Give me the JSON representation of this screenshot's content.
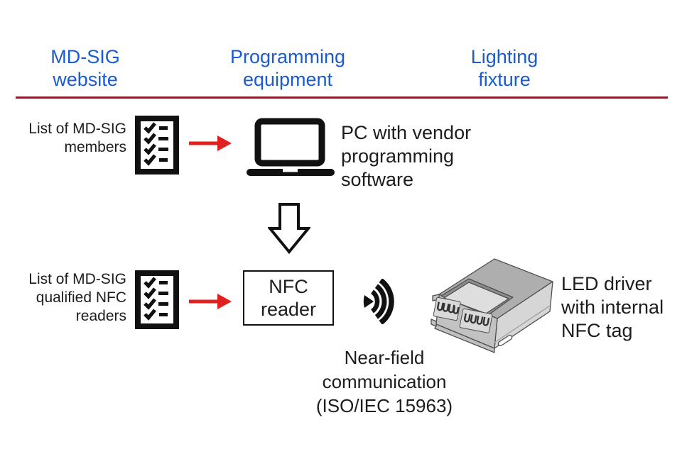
{
  "colors": {
    "header_text": "#1a5ad2",
    "divider": "#8f1d2e",
    "arrow": "#e12020",
    "body_text": "#1d1d1d"
  },
  "columns": [
    {
      "id": "md-sig-website",
      "lines": [
        "MD-SIG",
        "website"
      ]
    },
    {
      "id": "programming-equipment",
      "lines": [
        "Programming",
        "equipment"
      ]
    },
    {
      "id": "lighting-fixture",
      "lines": [
        "Lighting",
        "fixture"
      ]
    }
  ],
  "row1": {
    "source_lines": [
      "List of MD-SIG",
      "members"
    ],
    "equipment_lines": [
      "PC with vendor",
      "programming",
      "software"
    ]
  },
  "row2": {
    "source_lines": [
      "List of MD-SIG",
      "qualified NFC",
      "readers"
    ],
    "reader_lines": [
      "NFC",
      "reader"
    ],
    "driver_lines": [
      "LED driver",
      "with internal",
      "NFC tag"
    ]
  },
  "caption_lines": [
    "Near-field",
    "communication",
    "(ISO/IEC 15963)"
  ],
  "icons": {
    "checklist": "checklist-icon",
    "laptop": "laptop-icon",
    "red_arrow": "red-arrow-right-icon",
    "down_arrow": "hollow-down-arrow-icon",
    "nfc_waves": "nfc-signal-waves-icon",
    "led_driver": "led-driver-3d-illustration"
  }
}
